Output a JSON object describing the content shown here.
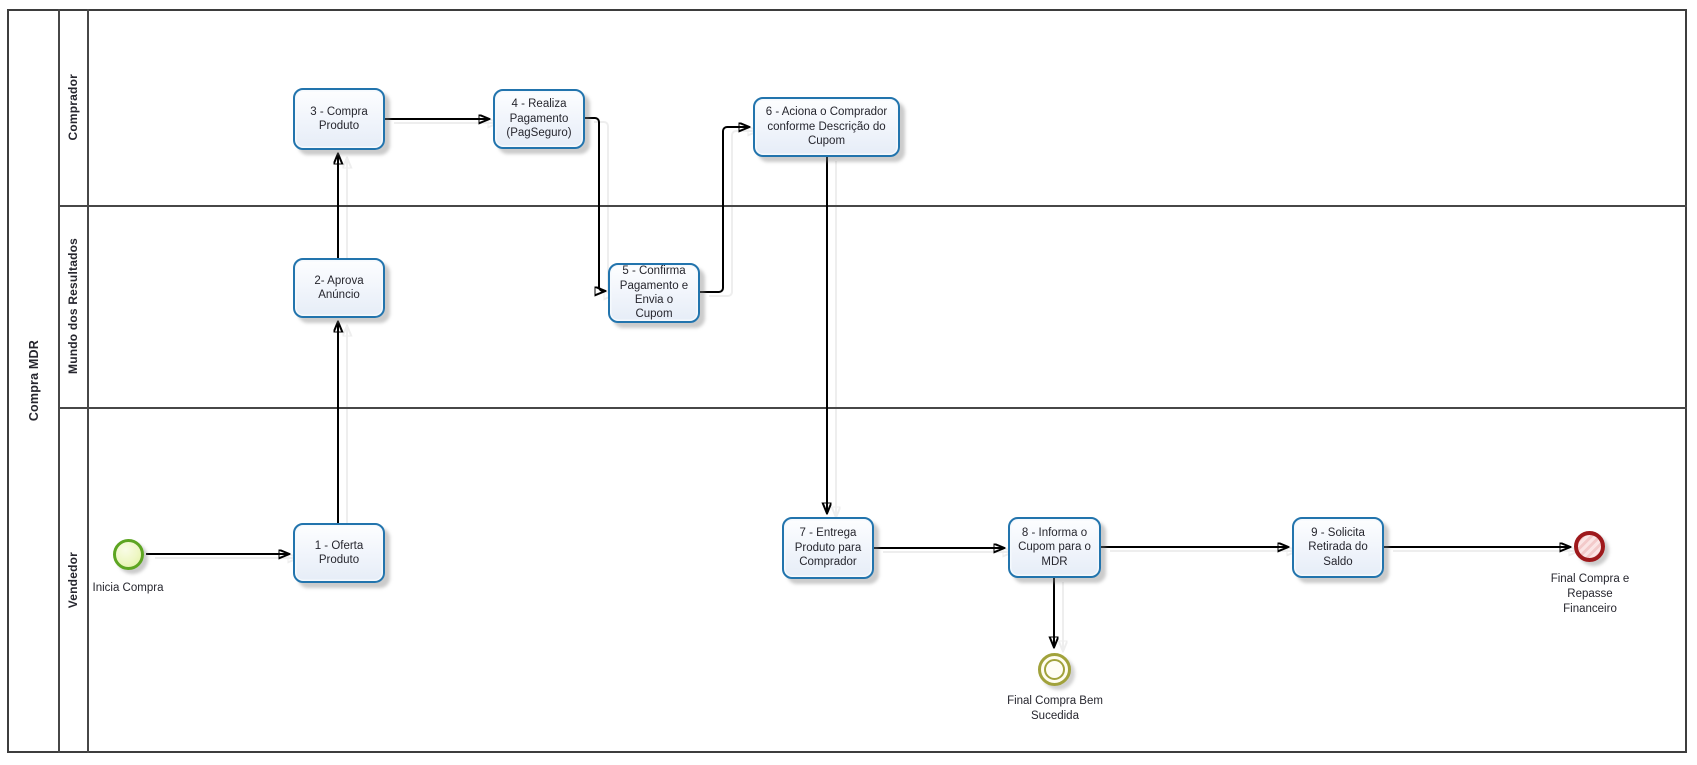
{
  "diagram": {
    "pool_label": "Compra MDR",
    "lanes": [
      {
        "label": "Comprador"
      },
      {
        "label": "Mundo dos Resultados"
      },
      {
        "label": "Vendedor"
      }
    ],
    "tasks": [
      {
        "label": "1 - Oferta Produto"
      },
      {
        "label": "2- Aprova Anúncio"
      },
      {
        "label": "3 - Compra Produto"
      },
      {
        "label": "4 - Realiza Pagamento (PagSeguro)"
      },
      {
        "label": "5 - Confirma Pagamento e Envia o Cupom"
      },
      {
        "label": "6 - Aciona o Comprador conforme Descrição do Cupom"
      },
      {
        "label": "7 - Entrega Produto para Comprador"
      },
      {
        "label": "8 - Informa o Cupom para o MDR"
      },
      {
        "label": "9 - Solicita Retirada do Saldo"
      }
    ],
    "events": {
      "start": {
        "label": "Inicia Compra",
        "type": "start"
      },
      "end_success": {
        "label": "Final Compra Bem Sucedida",
        "type": "end"
      },
      "end_financial": {
        "label": "Final Compra e Repasse Financeiro",
        "type": "end"
      }
    },
    "colors": {
      "task_border": "#2274ad",
      "task_fill": "#eef3fa",
      "start_border": "#5da522",
      "start_fill": "#eef7c4",
      "end_border": "#9e191c",
      "end_fill": "#f6d2d2",
      "end_success_border": "#a1a23b",
      "lane_line": "#474747",
      "flow_line": "#000000"
    }
  }
}
